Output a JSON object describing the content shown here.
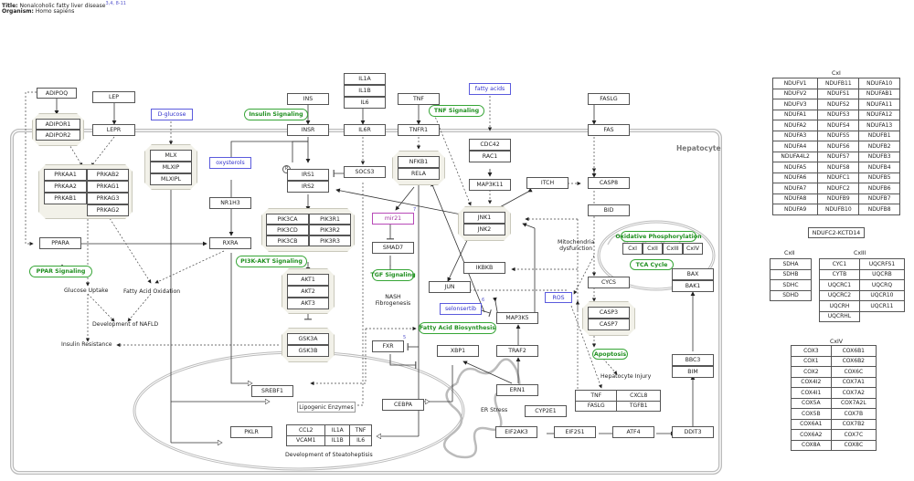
{
  "header": {
    "title_label": "Title:",
    "title": "Nonalcoholic fatty liver disease",
    "title_refs": "3,4, 8-11",
    "organism_label": "Organism:",
    "organism": "Homo sapiens"
  },
  "compartments": {
    "cell": "Hepatocyte",
    "er_stress": "ER Stress",
    "nucleus_label": "Development of Steatoheptisis"
  },
  "genes": {
    "adipoq": "ADIPOQ",
    "adipor1": "ADIPOR1",
    "adipor2": "ADIPOR2",
    "lep": "LEP",
    "lepr": "LEPR",
    "prkaa1": "PRKAA1",
    "prkaa2": "PRKAA2",
    "prkab1": "PRKAB1",
    "prkab2": "PRKAB2",
    "prkag1": "PRKAG1",
    "prkag3": "PRKAG3",
    "prkag2": "PRKAG2",
    "mlx": "MLX",
    "mlxip": "MLXIP",
    "mlxipl": "MLXIPL",
    "ins": "INS",
    "insr": "INSR",
    "irs1": "IRS1",
    "irs2": "IRS2",
    "il1a": "IL1A",
    "il1b": "IL1B",
    "il6": "IL6",
    "il6r": "IL6R",
    "socs3": "SOCS3",
    "nr1h3": "NR1H3",
    "rxra": "RXRA",
    "ppara": "PPARA",
    "pik3ca": "PIK3CA",
    "pik3cd": "PIK3CD",
    "pik3cb": "PIK3CB",
    "pik3r1": "PIK3R1",
    "pik3r2": "PIK3R2",
    "pik3r3": "PIK3R3",
    "akt1": "AKT1",
    "akt2": "AKT2",
    "akt3": "AKT3",
    "gsk3a": "GSK3A",
    "gsk3b": "GSK3B",
    "tnf": "TNF",
    "tnfr1": "TNFR1",
    "nfkb1": "NFKB1",
    "rela": "RELA",
    "smad7": "SMAD7",
    "cdc42": "CDC42",
    "rac1": "RAC1",
    "map3k11": "MAP3K11",
    "jnk1": "JNK1",
    "jnk2": "JNK2",
    "itch": "ITCH",
    "ikbkb": "IKBKB",
    "jun": "JUN",
    "map3k5": "MAP3K5",
    "fxr": "FXR",
    "xbp1": "XBP1",
    "traf2": "TRAF2",
    "ern1": "ERN1",
    "cyp2e1": "CYP2E1",
    "eif2ak3": "EIF2AK3",
    "eif2s1": "EIF2S1",
    "atf4": "ATF4",
    "ddit3": "DDIT3",
    "faslg": "FASLG",
    "fas": "FAS",
    "casp8": "CASP8",
    "bid": "BID",
    "cycs": "CYCS",
    "casp3": "CASP3",
    "casp7": "CASP7",
    "bax": "BAX",
    "bak1": "BAK1",
    "bbc3": "BBC3",
    "bim": "BIM",
    "srebf1": "SREBF1",
    "pklr": "PKLR",
    "cebpa": "CEBPA",
    "cx1": "CxI",
    "cx2": "CxII",
    "cx3": "CxIII",
    "cx4": "CxIV"
  },
  "cytokines_out": [
    [
      "TNF",
      "CXCL8"
    ],
    [
      "FASLG",
      "TGFB1"
    ]
  ],
  "steato_table": [
    [
      "CCL2",
      "IL1A",
      "TNF"
    ],
    [
      "VCAM1",
      "IL1B",
      "IL6"
    ]
  ],
  "metabolites": {
    "dglucose": "D-glucose",
    "oxysterols": "oxysterols",
    "fatty_acids": "fatty acids",
    "selonsertib": "selonsertib",
    "ros": "ROS"
  },
  "mirna": {
    "mir21": "mir21"
  },
  "pathways": {
    "insulin": "Insulin Signaling",
    "tnf": "TNF Signaling",
    "pi3k": "PI3K-AKT Signaling",
    "ppar": "PPAR Signaling",
    "tgf": "TGF Signaling",
    "fab": "Fatty Acid Biosynthesis",
    "oxphos": "Oxidative Phosphorylation",
    "tca": "TCA Cycle",
    "apoptosis": "Apoptosis"
  },
  "labels": {
    "glucose_uptake": "Glucose Uptake",
    "fa_oxidation": "Fatty Acid Oxidation",
    "nafld": "Development of NAFLD",
    "insulin_resistance": "Insulin Resistance",
    "nash": "NASH\nFibrogenesis",
    "mito": "Mitochondria\ndysfunction",
    "hep_injury": "Hepatocyte Injury",
    "lipogenic": "Lipogenic Enzymes",
    "phospho": "P"
  },
  "refs": {
    "mir21": "7",
    "selonsertib": "6",
    "fxr": "5"
  },
  "complex_tables": {
    "cxi": {
      "title": "CxI",
      "rows": [
        [
          "NDUFV1",
          "NDUFB11",
          "NDUFA10"
        ],
        [
          "NDUFV2",
          "NDUFS1",
          "NDUFAB1"
        ],
        [
          "NDUFV3",
          "NDUFS2",
          "NDUFA11"
        ],
        [
          "NDUFA1",
          "NDUFS3",
          "NDUFA12"
        ],
        [
          "NDUFA2",
          "NDUFS4",
          "NDUFA13"
        ],
        [
          "NDUFA3",
          "NDUFS5",
          "NDUFB1"
        ],
        [
          "NDUFA4",
          "NDUFS6",
          "NDUFB2"
        ],
        [
          "NDUFA4L2",
          "NDUFS7",
          "NDUFB3"
        ],
        [
          "NDUFA5",
          "NDUFS8",
          "NDUFB4"
        ],
        [
          "NDUFA6",
          "NDUFC1",
          "NDUFB5"
        ],
        [
          "NDUFA7",
          "NDUFC2",
          "NDUFB6"
        ],
        [
          "NDUFA8",
          "NDUFB9",
          "NDUFB7"
        ],
        [
          "NDUFA9",
          "NDUFB10",
          "NDUFB8"
        ]
      ],
      "extra": "NDUFC2-KCTD14"
    },
    "cxii": {
      "title": "CxII",
      "rows": [
        [
          "SDHA"
        ],
        [
          "SDHB"
        ],
        [
          "SDHC"
        ],
        [
          "SDHD"
        ]
      ]
    },
    "cxiii": {
      "title": "CxIII",
      "rows": [
        [
          "CYC1",
          "UQCRFS1"
        ],
        [
          "CYTB",
          "UQCRB"
        ],
        [
          "UQCRC1",
          "UQCRQ"
        ],
        [
          "UQCRC2",
          "UQCR10"
        ],
        [
          "UQCRH",
          "UQCR11"
        ],
        [
          "UQCRHL",
          ""
        ]
      ]
    },
    "cxiv": {
      "title": "CxIV",
      "rows": [
        [
          "COX3",
          "COX6B1"
        ],
        [
          "COX1",
          "COX6B2"
        ],
        [
          "COX2",
          "COX6C"
        ],
        [
          "COX4I2",
          "COX7A1"
        ],
        [
          "COX4I1",
          "COX7A2"
        ],
        [
          "COX5A",
          "COX7A2L"
        ],
        [
          "COX5B",
          "COX7B"
        ],
        [
          "COX6A1",
          "COX7B2"
        ],
        [
          "COX6A2",
          "COX7C"
        ],
        [
          "COX8A",
          "COX8C"
        ]
      ]
    }
  }
}
